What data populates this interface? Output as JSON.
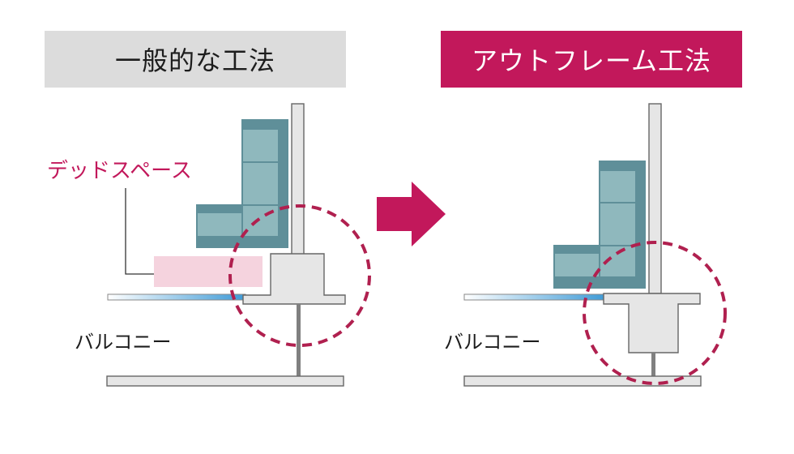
{
  "left_panel": {
    "title": "一般的な工法",
    "dead_space_label": "デッドスペース",
    "balcony_label": "バルコニー"
  },
  "right_panel": {
    "title": "アウトフレーム工法",
    "balcony_label": "バルコニー"
  },
  "colors": {
    "accent": "#c2185b",
    "header_gray": "#dcdcdc",
    "furniture_fill": "#8fb8bd",
    "furniture_dark": "#5f8f99",
    "structure_fill": "#e6e6e6",
    "dead_space_fill": "#f5d3de"
  },
  "arrow_icon": "right-arrow-icon"
}
